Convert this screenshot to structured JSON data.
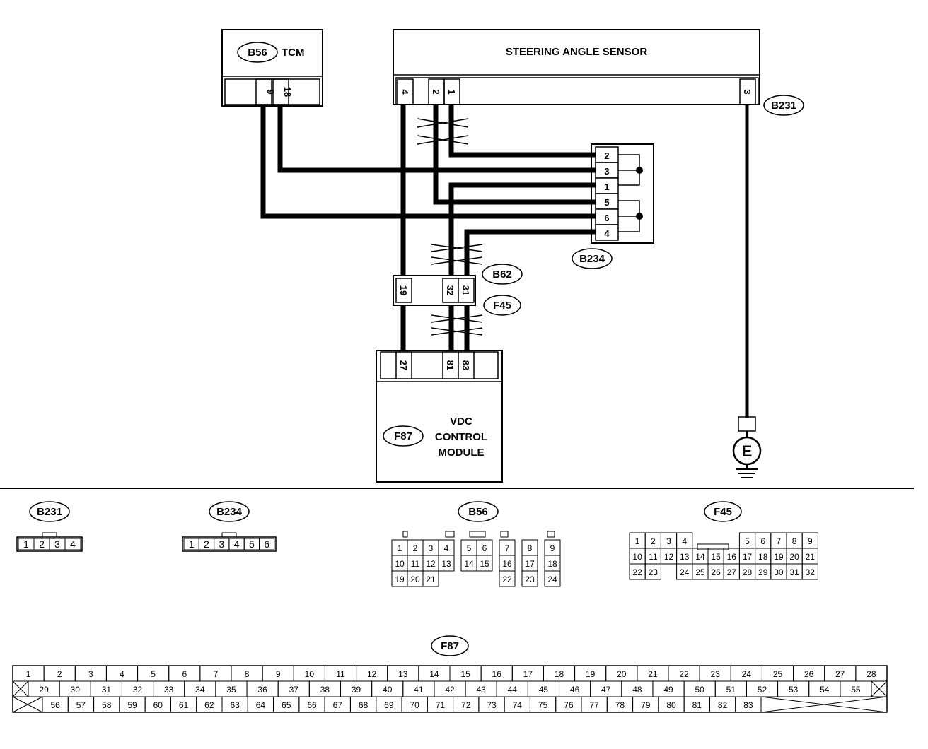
{
  "components": {
    "tcm": {
      "code": "B56",
      "name": "TCM",
      "pins": [
        "9",
        "18"
      ]
    },
    "sensor": {
      "name": "STEERING ANGLE SENSOR",
      "connector": "B231",
      "pins": [
        "4",
        "2",
        "1",
        "3"
      ]
    },
    "joint": {
      "code": "B234",
      "pins": [
        "2",
        "3",
        "1",
        "5",
        "6",
        "4"
      ]
    },
    "harness": {
      "code_top": "B62",
      "code_bottom": "F45",
      "pins": [
        "19",
        "32",
        "31"
      ]
    },
    "vdc": {
      "code": "F87",
      "name_lines": [
        "VDC",
        "CONTROL",
        "MODULE"
      ],
      "pins": [
        "27",
        "81",
        "83"
      ]
    },
    "ground": {
      "symbol": "E"
    }
  },
  "connector_views": {
    "b231": {
      "code": "B231",
      "pins": [
        "1",
        "2",
        "3",
        "4"
      ]
    },
    "b234": {
      "code": "B234",
      "pins": [
        "1",
        "2",
        "3",
        "4",
        "5",
        "6"
      ]
    },
    "b56": {
      "code": "B56",
      "rows": [
        [
          "1",
          "2",
          "3",
          "4",
          "",
          "5",
          "6",
          "",
          "7",
          "",
          "8",
          "",
          "9"
        ],
        [
          "10",
          "11",
          "12",
          "13",
          "",
          "14",
          "15",
          "",
          "16",
          "",
          "17",
          "",
          "18"
        ],
        [
          "19",
          "20",
          "21",
          "",
          "",
          "",
          "",
          "",
          "22",
          "",
          "23",
          "",
          "24"
        ]
      ]
    },
    "f45": {
      "code": "F45",
      "rows": [
        [
          "1",
          "2",
          "3",
          "4",
          "",
          "",
          "",
          "5",
          "6",
          "7",
          "8",
          "9"
        ],
        [
          "10",
          "11",
          "12",
          "13",
          "14",
          "15",
          "16",
          "17",
          "18",
          "19",
          "20",
          "21"
        ],
        [
          "22",
          "23",
          "",
          "24",
          "25",
          "26",
          "27",
          "28",
          "29",
          "30",
          "31",
          "32"
        ]
      ]
    },
    "f87": {
      "code": "F87",
      "row1": [
        "1",
        "2",
        "3",
        "4",
        "5",
        "6",
        "7",
        "8",
        "9",
        "10",
        "11",
        "12",
        "13",
        "14",
        "15",
        "16",
        "17",
        "18",
        "19",
        "20",
        "21",
        "22",
        "23",
        "24",
        "25",
        "26",
        "27",
        "28"
      ],
      "row2": [
        "29",
        "30",
        "31",
        "32",
        "33",
        "34",
        "35",
        "36",
        "37",
        "38",
        "39",
        "40",
        "41",
        "42",
        "43",
        "44",
        "45",
        "46",
        "47",
        "48",
        "49",
        "50",
        "51",
        "52",
        "53",
        "54",
        "55"
      ],
      "row3": [
        "56",
        "57",
        "58",
        "59",
        "60",
        "61",
        "62",
        "63",
        "64",
        "65",
        "66",
        "67",
        "68",
        "69",
        "70",
        "71",
        "72",
        "73",
        "74",
        "75",
        "76",
        "77",
        "78",
        "79",
        "80",
        "81",
        "82",
        "83"
      ]
    }
  }
}
